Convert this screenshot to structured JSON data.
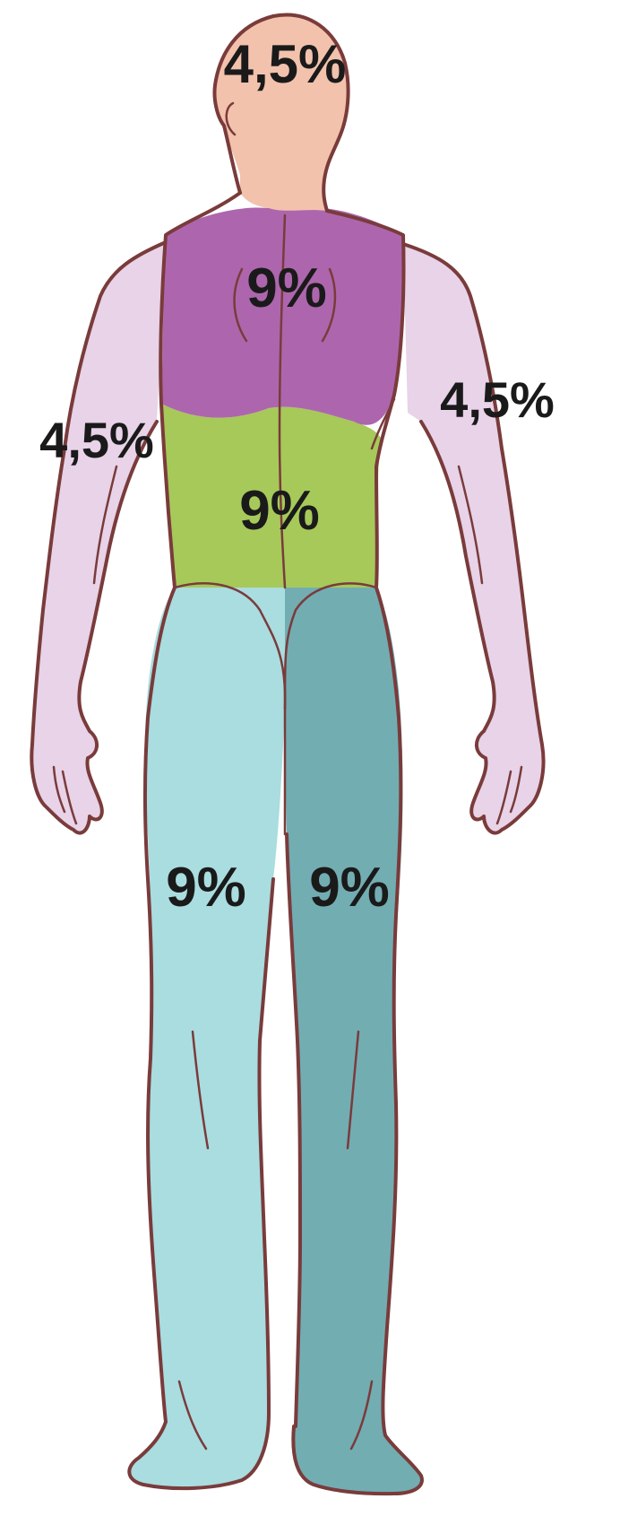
{
  "regions": {
    "head": {
      "label": "4,5%",
      "color": "#f2c2ad"
    },
    "upper_back": {
      "label": "9%",
      "color": "#ad66ad"
    },
    "lower_back": {
      "label": "9%",
      "color": "#a6c95a"
    },
    "left_arm": {
      "label": "4,5%",
      "color": "#e8d3e8"
    },
    "right_arm": {
      "label": "4,5%",
      "color": "#e8d3e8"
    },
    "left_leg": {
      "label": "9%",
      "color": "#a9dde0"
    },
    "right_leg": {
      "label": "9%",
      "color": "#72adb2"
    }
  },
  "outline_color": "#7a3b3b"
}
